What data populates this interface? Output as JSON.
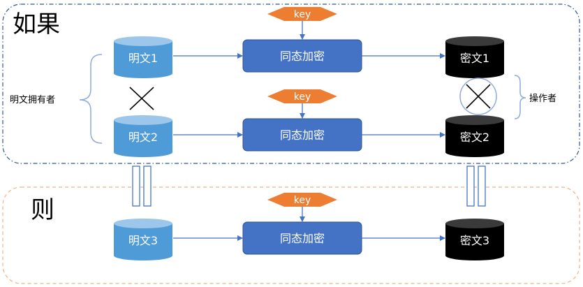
{
  "top_group": {
    "title": "如果"
  },
  "bottom_group": {
    "title": "则"
  },
  "left_label": "明文拥有者",
  "right_label": "操作者",
  "key_label": "key",
  "rows": [
    {
      "plaintext": "明文1",
      "process": "同态加密",
      "ciphertext": "密文1"
    },
    {
      "plaintext": "明文2",
      "process": "同态加密",
      "ciphertext": "密文2"
    },
    {
      "plaintext": "明文3",
      "process": "同态加密",
      "ciphertext": "密文3"
    }
  ],
  "colors": {
    "top_border": "#2e5597",
    "bottom_border": "#f4b183",
    "plaintext_fill": "#4f9bd8",
    "plaintext_top": "#9cc6ea",
    "process_fill": "#4472c4",
    "process_border": "#2f528f",
    "ciphertext_fill": "#000000",
    "ciphertext_top": "#3a3a3a",
    "key_fill": "#ed7d31",
    "arrow": "#4472c4"
  }
}
